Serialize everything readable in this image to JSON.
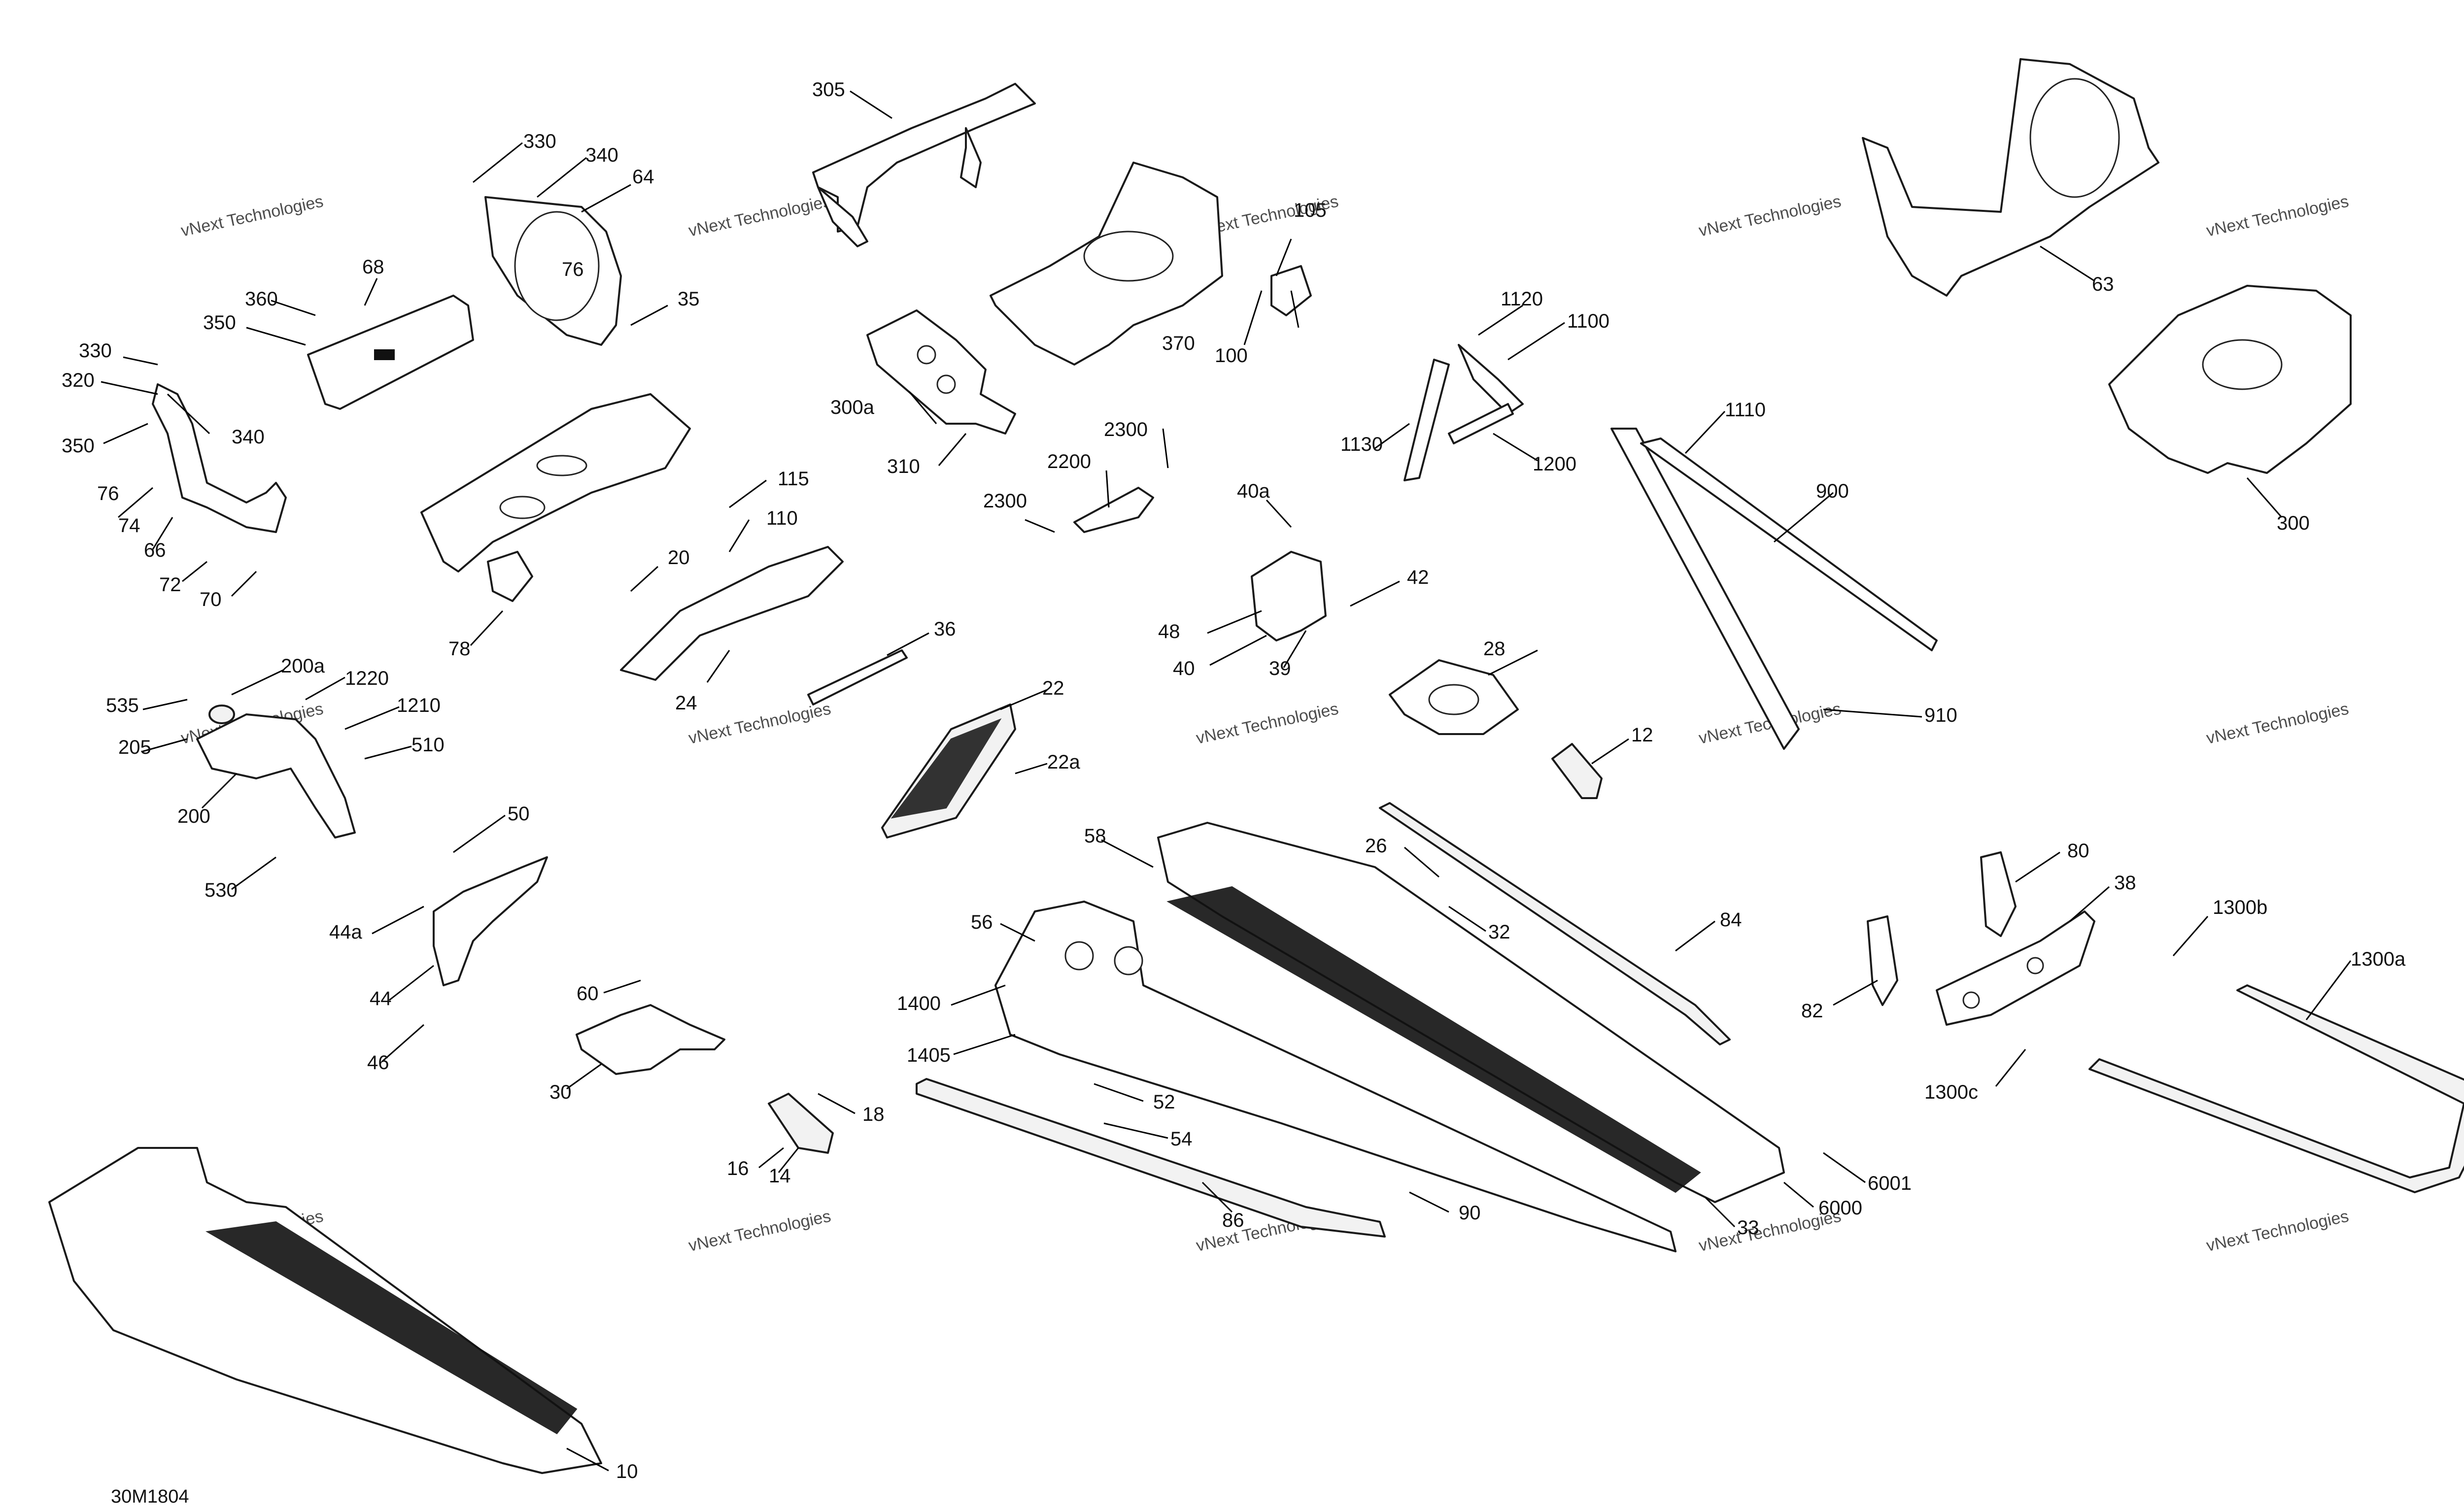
{
  "figure_id": "30M1804",
  "watermark": {
    "line1": "vNext Technologies",
    "line2": "vNext\nTechnologies"
  },
  "callouts": [
    {
      "id": "c305",
      "label": "305"
    },
    {
      "id": "c330a",
      "label": "330"
    },
    {
      "id": "c340a",
      "label": "340"
    },
    {
      "id": "c64",
      "label": "64"
    },
    {
      "id": "c76a",
      "label": "76"
    },
    {
      "id": "c35",
      "label": "35"
    },
    {
      "id": "c68",
      "label": "68"
    },
    {
      "id": "c360",
      "label": "360"
    },
    {
      "id": "c350a",
      "label": "350"
    },
    {
      "id": "c330b",
      "label": "330"
    },
    {
      "id": "c320",
      "label": "320"
    },
    {
      "id": "c340b",
      "label": "340"
    },
    {
      "id": "c350b",
      "label": "350"
    },
    {
      "id": "c76b",
      "label": "76"
    },
    {
      "id": "c74",
      "label": "74"
    },
    {
      "id": "c66",
      "label": "66"
    },
    {
      "id": "c72",
      "label": "72"
    },
    {
      "id": "c70",
      "label": "70"
    },
    {
      "id": "c78",
      "label": "78"
    },
    {
      "id": "c300a",
      "label": "300a"
    },
    {
      "id": "c310",
      "label": "310"
    },
    {
      "id": "c105",
      "label": "105"
    },
    {
      "id": "c370",
      "label": "370"
    },
    {
      "id": "c100",
      "label": "100"
    },
    {
      "id": "c2300a",
      "label": "2300"
    },
    {
      "id": "c2200",
      "label": "2200"
    },
    {
      "id": "c2300b",
      "label": "2300"
    },
    {
      "id": "c115",
      "label": "115"
    },
    {
      "id": "c110",
      "label": "110"
    },
    {
      "id": "c20",
      "label": "20"
    },
    {
      "id": "c24",
      "label": "24"
    },
    {
      "id": "c36",
      "label": "36"
    },
    {
      "id": "c22",
      "label": "22"
    },
    {
      "id": "c22a",
      "label": "22a"
    },
    {
      "id": "c40a",
      "label": "40a"
    },
    {
      "id": "c42",
      "label": "42"
    },
    {
      "id": "c48",
      "label": "48"
    },
    {
      "id": "c40",
      "label": "40"
    },
    {
      "id": "c39",
      "label": "39"
    },
    {
      "id": "c28",
      "label": "28"
    },
    {
      "id": "c12",
      "label": "12"
    },
    {
      "id": "c1120",
      "label": "1120"
    },
    {
      "id": "c1100",
      "label": "1100"
    },
    {
      "id": "c1130",
      "label": "1130"
    },
    {
      "id": "c1200",
      "label": "1200"
    },
    {
      "id": "c1110",
      "label": "1110"
    },
    {
      "id": "c900",
      "label": "900"
    },
    {
      "id": "c910",
      "label": "910"
    },
    {
      "id": "c63",
      "label": "63"
    },
    {
      "id": "c300",
      "label": "300"
    },
    {
      "id": "c535",
      "label": "535"
    },
    {
      "id": "c200a",
      "label": "200a"
    },
    {
      "id": "c1220",
      "label": "1220"
    },
    {
      "id": "c205",
      "label": "205"
    },
    {
      "id": "c1210",
      "label": "1210"
    },
    {
      "id": "c510",
      "label": "510"
    },
    {
      "id": "c200",
      "label": "200"
    },
    {
      "id": "c530",
      "label": "530"
    },
    {
      "id": "c50",
      "label": "50"
    },
    {
      "id": "c44a",
      "label": "44a"
    },
    {
      "id": "c44",
      "label": "44"
    },
    {
      "id": "c46",
      "label": "46"
    },
    {
      "id": "c60",
      "label": "60"
    },
    {
      "id": "c30",
      "label": "30"
    },
    {
      "id": "c58",
      "label": "58"
    },
    {
      "id": "c56",
      "label": "56"
    },
    {
      "id": "c1400",
      "label": "1400"
    },
    {
      "id": "c1405",
      "label": "1405"
    },
    {
      "id": "c52",
      "label": "52"
    },
    {
      "id": "c54",
      "label": "54"
    },
    {
      "id": "c18",
      "label": "18"
    },
    {
      "id": "c16",
      "label": "16"
    },
    {
      "id": "c14",
      "label": "14"
    },
    {
      "id": "c26",
      "label": "26"
    },
    {
      "id": "c32",
      "label": "32"
    },
    {
      "id": "c84",
      "label": "84"
    },
    {
      "id": "c86",
      "label": "86"
    },
    {
      "id": "c90",
      "label": "90"
    },
    {
      "id": "c33",
      "label": "33"
    },
    {
      "id": "c6000",
      "label": "6000"
    },
    {
      "id": "c6001",
      "label": "6001"
    },
    {
      "id": "c80",
      "label": "80"
    },
    {
      "id": "c38",
      "label": "38"
    },
    {
      "id": "c82",
      "label": "82"
    },
    {
      "id": "c1300b",
      "label": "1300b"
    },
    {
      "id": "c1300a",
      "label": "1300a"
    },
    {
      "id": "c1300c",
      "label": "1300c"
    },
    {
      "id": "c10",
      "label": "10"
    }
  ]
}
